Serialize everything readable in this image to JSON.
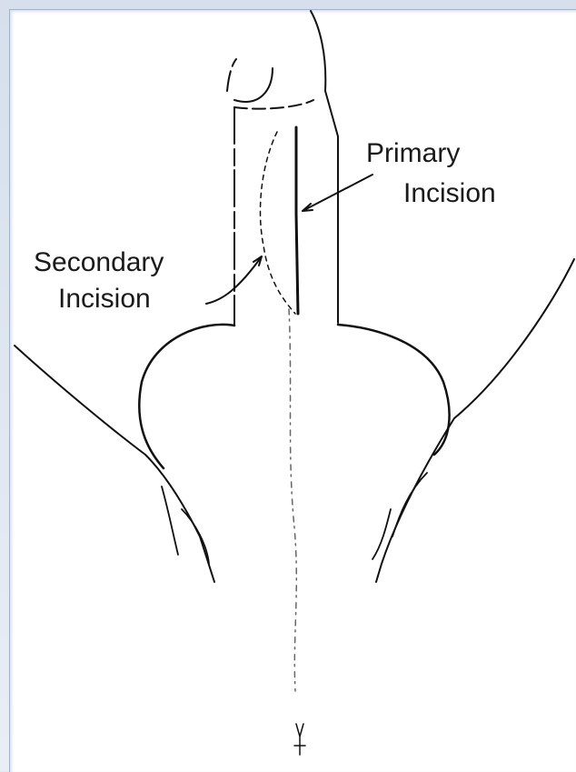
{
  "labels": {
    "primary_line1": "Primary",
    "primary_line2": "Incision",
    "secondary_line1": "Secondary",
    "secondary_line2": "Incision"
  },
  "colors": {
    "ink": "#111111",
    "frame": "#d6dfeb",
    "paper": "#ffffff"
  }
}
